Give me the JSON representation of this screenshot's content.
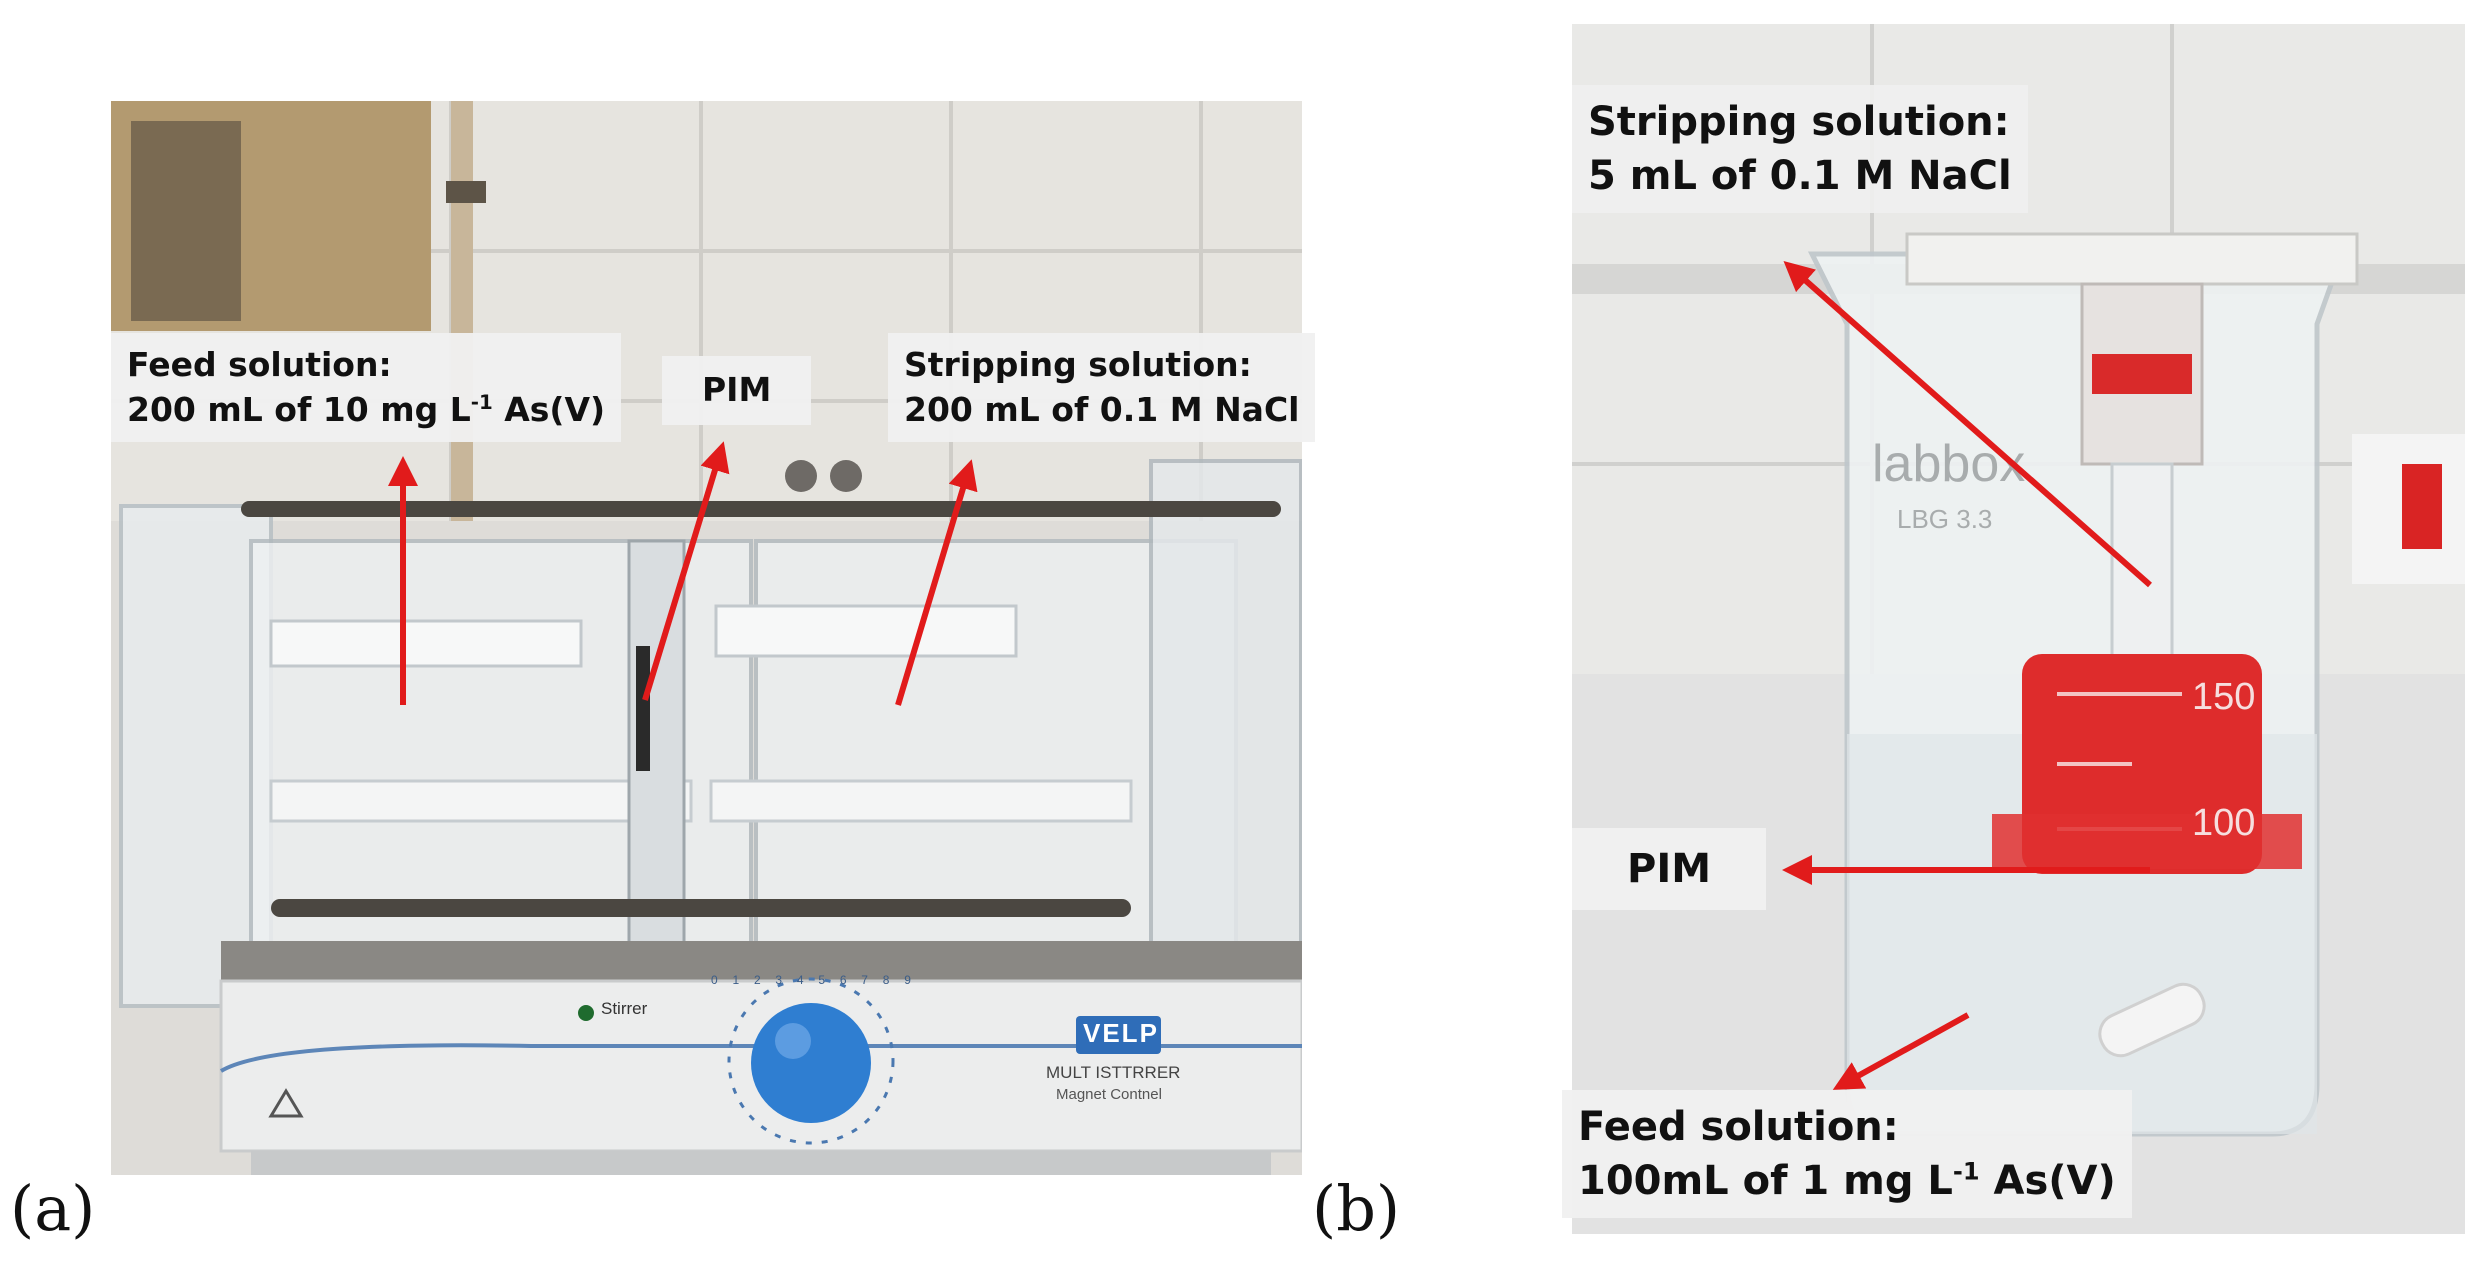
{
  "panel_a": {
    "letter": "(a)",
    "feed": {
      "line1": "Feed solution:",
      "line2_pre": "200 mL of 10 mg L",
      "line2_sup": "-1",
      "line2_post": " As(V)"
    },
    "pim": "PIM",
    "stripping": {
      "line1": "Stripping solution:",
      "line2": "200 mL of 0.1 M NaCl"
    },
    "stirrer_label": "Stirrer",
    "brand": "VELP",
    "device_line1": "MULT ISTTRRER",
    "device_line2": "Magnet Contnel",
    "knob_scale": [
      "0",
      "1",
      "2",
      "3",
      "4",
      "5",
      "6",
      "7",
      "8",
      "9"
    ]
  },
  "panel_b": {
    "letter": "(b)",
    "stripping": {
      "line1": "Stripping solution:",
      "line2": "5 mL of 0.1 M NaCl"
    },
    "pim": "PIM",
    "feed": {
      "line1": "Feed solution:",
      "line2_pre": "100mL of 1 mg L",
      "line2_sup": "-1",
      "line2_post": " As(V)"
    },
    "beaker_brand": "labbox",
    "beaker_glass": "LBG 3.3",
    "grad_150": "150",
    "grad_100": "100"
  },
  "colors": {
    "arrow": "#e11b1b",
    "label_bg": "#f0f0f0",
    "knob": "#2f7ed1"
  }
}
